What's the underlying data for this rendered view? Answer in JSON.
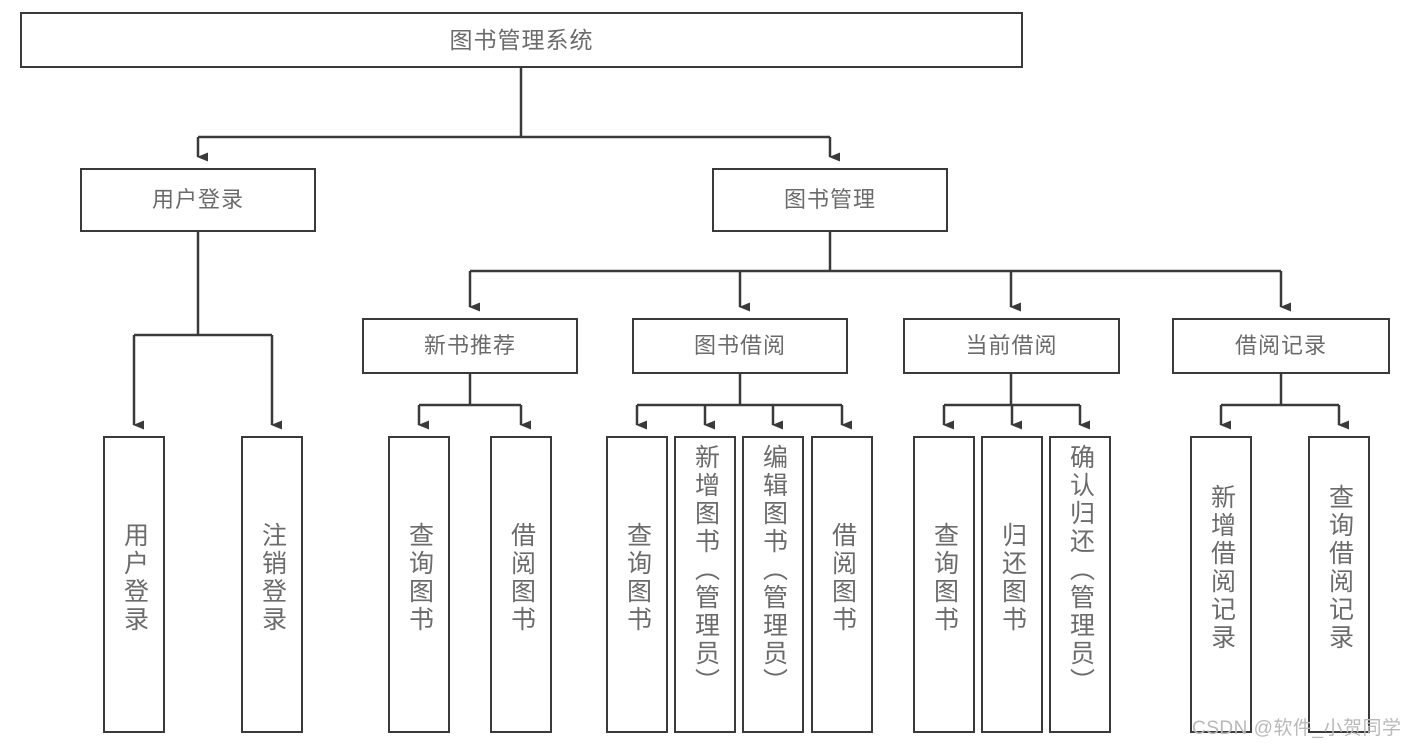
{
  "diagram": {
    "title": "图书管理系统",
    "watermark": "CSDN @软件_小贺同学",
    "colors": {
      "border": "#3a3a3a",
      "text": "#6b6b6b",
      "background": "#ffffff",
      "watermark": "#b9b9b9"
    },
    "levels": {
      "root": {
        "label": "图书管理系统"
      },
      "level2": [
        {
          "label": "用户登录"
        },
        {
          "label": "图书管理"
        }
      ],
      "level3": [
        {
          "label": "新书推荐"
        },
        {
          "label": "图书借阅"
        },
        {
          "label": "当前借阅"
        },
        {
          "label": "借阅记录"
        }
      ],
      "leaves": {
        "user_login": [
          {
            "label": "用户登录"
          },
          {
            "label": "注销登录"
          }
        ],
        "new_book": [
          {
            "label": "查询图书"
          },
          {
            "label": "借阅图书"
          }
        ],
        "book_borrow": [
          {
            "label": "查询图书"
          },
          {
            "label": "新增图书（管理员）"
          },
          {
            "label": "编辑图书（管理员）"
          },
          {
            "label": "借阅图书"
          }
        ],
        "current_borrow": [
          {
            "label": "查询图书"
          },
          {
            "label": "归还图书"
          },
          {
            "label": "确认归还（管理员）"
          }
        ],
        "borrow_record": [
          {
            "label": "新增借阅记录"
          },
          {
            "label": "查询借阅记录"
          }
        ]
      }
    }
  }
}
